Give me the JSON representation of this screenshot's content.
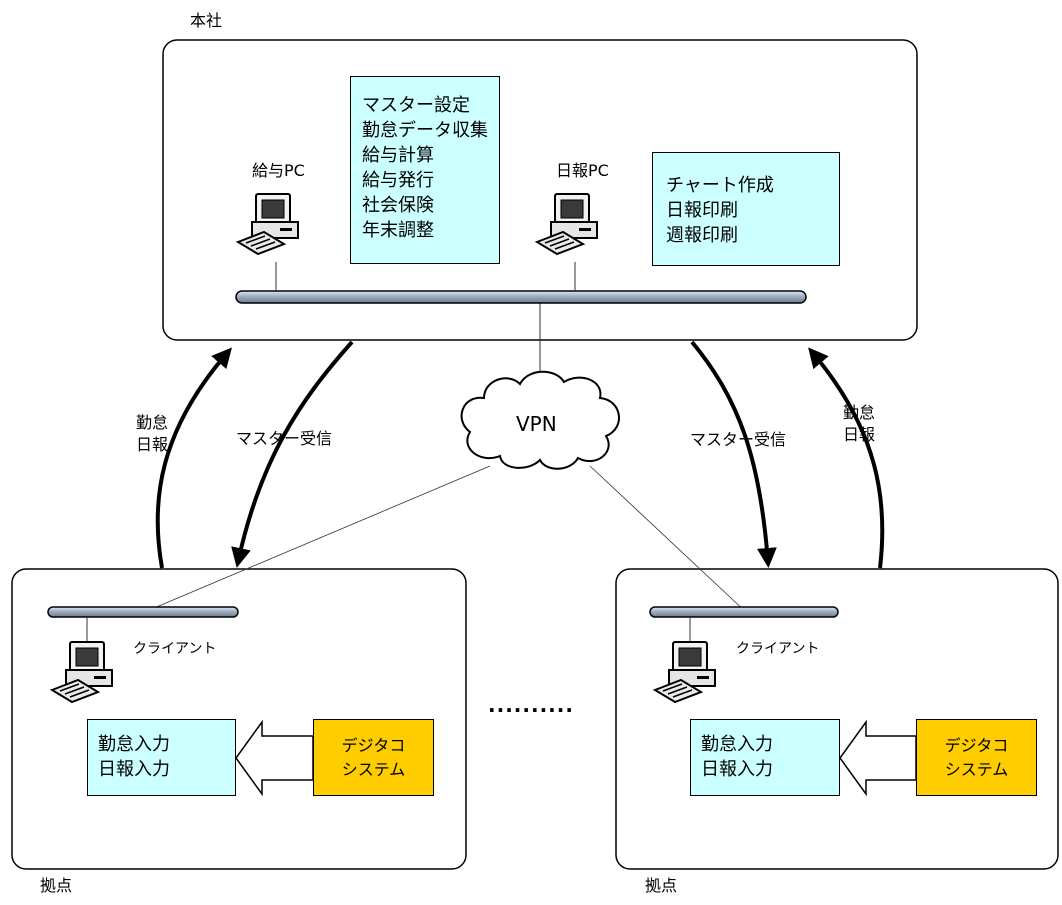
{
  "hq": {
    "title": "本社",
    "payroll_pc_label": "給与PC",
    "payroll_functions": [
      "マスター設定",
      "勤怠データ収集",
      "給与計算",
      "給与発行",
      "社会保険",
      "年末調整"
    ],
    "daily_pc_label": "日報PC",
    "daily_functions": [
      "チャート作成",
      "日報印刷",
      "週報印刷"
    ]
  },
  "network": {
    "vpn_label": "VPN",
    "ellipsis": "··········"
  },
  "flows": {
    "left_upload": [
      "勤怠",
      "日報"
    ],
    "left_download": "マスター受信",
    "right_download": "マスター受信",
    "right_upload": [
      "勤怠",
      "日報"
    ]
  },
  "branches": [
    {
      "title": "拠点",
      "client_label": "クライアント",
      "inputs": [
        "勤怠入力",
        "日報入力"
      ],
      "source": [
        "デジタコ",
        "システム"
      ]
    },
    {
      "title": "拠点",
      "client_label": "クライアント",
      "inputs": [
        "勤怠入力",
        "日報入力"
      ],
      "source": [
        "デジタコ",
        "システム"
      ]
    }
  ],
  "colors": {
    "function_box": "#ccffff",
    "digitaco_box": "#ffcc00",
    "network_bar": "#b8c4d4"
  }
}
